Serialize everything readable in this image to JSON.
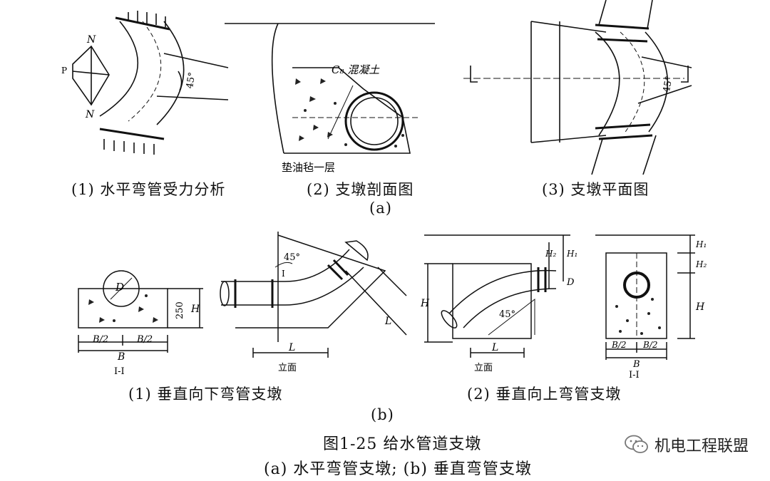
{
  "captions": {
    "a1": "(1) 水平弯管受力分析",
    "a2": "(2) 支墩剖面图",
    "a3": "(3) 支墩平面图",
    "a_group": "(a)",
    "b1": "(1) 垂直向下弯管支墩",
    "b2": "(2) 垂直向上弯管支墩",
    "b_group": "(b)"
  },
  "figure": {
    "title": "图1-25 给水管道支墩",
    "subtitle": "(a) 水平弯管支墩; (b) 垂直弯管支墩"
  },
  "labels": {
    "N_top": "N",
    "N_bottom": "N",
    "P": "P",
    "angle_a1": "45°",
    "concrete": "C₈ 混凝土",
    "felt": "垫油毡一层",
    "angle_a3": "45°",
    "D_b1": "D",
    "dim_250": "250",
    "H_b1": "H",
    "B2_left": "B/2",
    "B2_right": "B/2",
    "B_b1": "B",
    "section_b1": "I-I",
    "angle_b1": "45°",
    "I_b1": "I",
    "L_b1_h": "L",
    "L_b1_d": "L",
    "elev_b1": "立面",
    "H2_b2": "H₂",
    "H1_b2": "H₁",
    "D_b2": "D",
    "H_b2": "H",
    "angle_b2": "45°",
    "L_b2": "L",
    "elev_b2": "立面",
    "H1_b2s": "H₁",
    "H2_b2s": "H₂",
    "H_b2s": "H",
    "B2_b2s_l": "B/2",
    "B2_b2s_r": "B/2",
    "B_b2s": "B",
    "section_b2": "I-I"
  },
  "watermark": {
    "text": "机电工程联盟",
    "icon": "wechat-icon"
  }
}
